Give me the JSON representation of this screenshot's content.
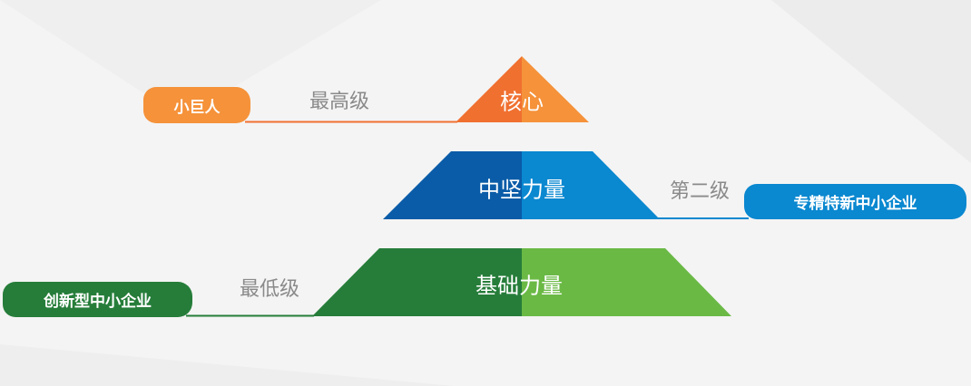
{
  "tiers": [
    {
      "label": "核心",
      "level": "最高级",
      "category": "小巨人",
      "colors": {
        "left": "#f07030",
        "right": "#f5923a"
      }
    },
    {
      "label": "中坚力量",
      "level": "第二级",
      "category": "专精特新中小企业",
      "colors": {
        "left": "#0a5ca8",
        "right": "#0a88d0"
      }
    },
    {
      "label": "基础力量",
      "level": "最低级",
      "category": "创新型中小企业",
      "colors": {
        "left": "#267d3a",
        "right": "#6ab945"
      }
    }
  ]
}
